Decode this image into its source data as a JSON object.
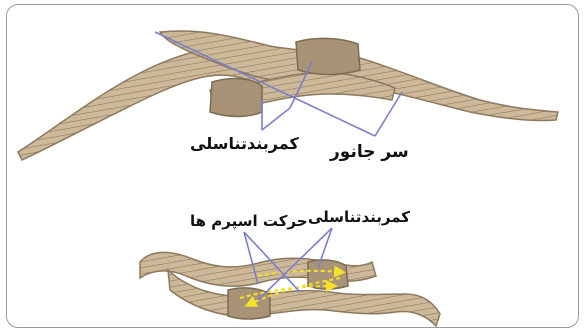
{
  "labels": {
    "clitellum_top": "کمربندتناسلی",
    "head": "سر جانور",
    "clitellum_bottom": "کمربندتناسلی",
    "sperm_movement": "حرکت اسپرم ها"
  },
  "colors": {
    "worm_body": "#cdb99a",
    "worm_outline": "#8c7a5f",
    "segment_line": "#8c7a5f",
    "clitellum": "#a89377",
    "pointer_line": "#7b7fc9",
    "sperm_arrow": "#f5e12a"
  }
}
